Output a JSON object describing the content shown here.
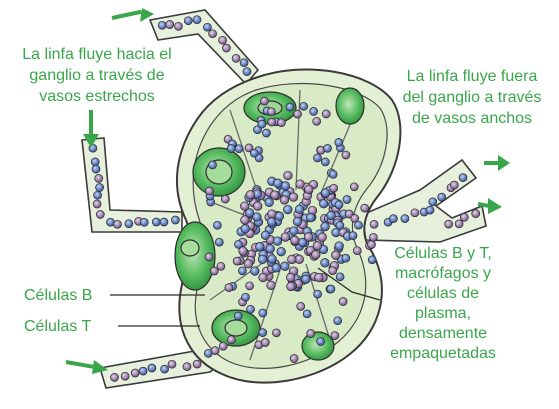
{
  "labels": {
    "lymph_in": [
      "La linfa fluye hacia el",
      "ganglio a través de",
      "vasos estrechos"
    ],
    "lymph_out": [
      "La linfa fluye fuera",
      "del ganglio a través",
      "de vasos anchos"
    ],
    "b_cells": "Células B",
    "t_cells": "Células T",
    "packed": [
      "Células B y T,",
      "macrófagos y",
      "células de",
      "plasma,",
      "densamente",
      "empaquetadas"
    ]
  },
  "colors": {
    "label_text": "#3aa64a",
    "arrow": "#3aa64a",
    "capsule_fill": "#e4f0d4",
    "outline": "#3a3a3a",
    "follicle_green": "#49b95a",
    "b_cell_blue": "#5878b8",
    "t_cell_purple": "#9a7ca8"
  }
}
